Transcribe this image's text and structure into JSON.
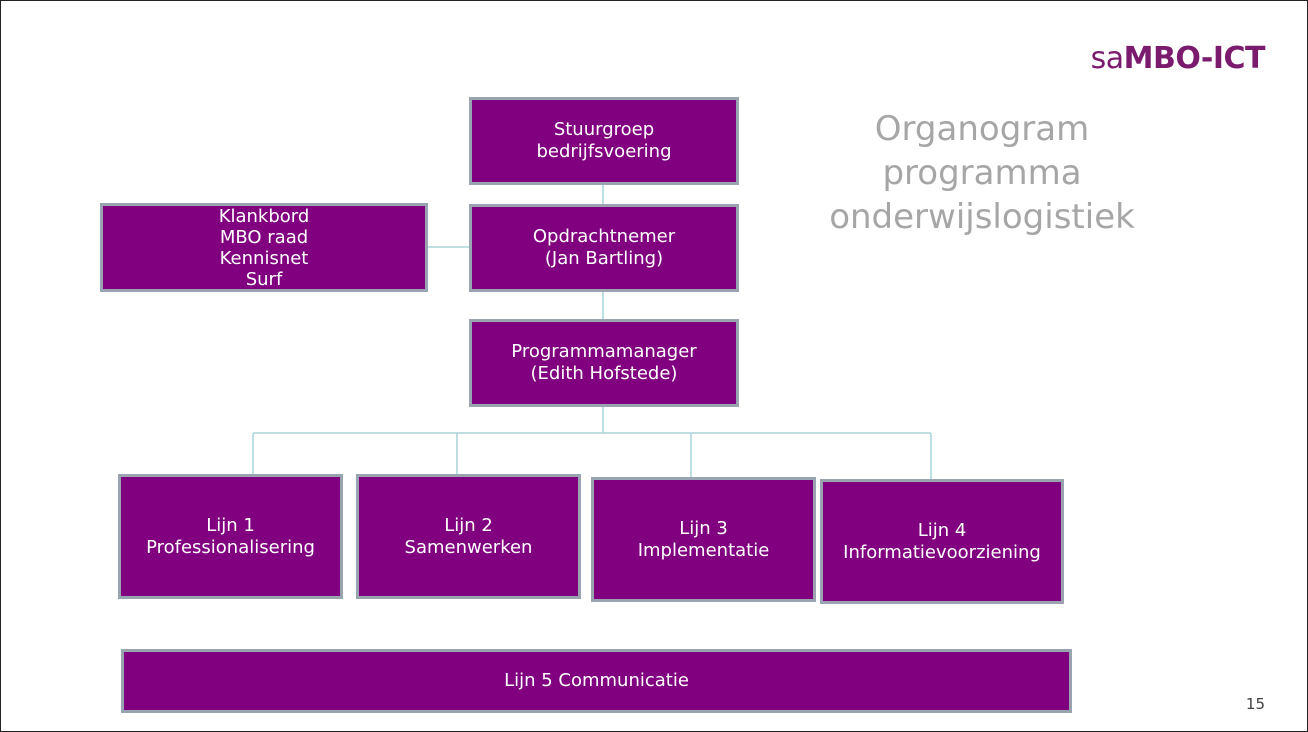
{
  "logo": {
    "prefix": "sa",
    "main": "MBO-ICT",
    "color": "#7a1b6e"
  },
  "title": {
    "line1": "Organogram",
    "line2": "programma",
    "line3": "onderwijslogistiek"
  },
  "boxes": {
    "stuurgroep": {
      "line1": "Stuurgroep",
      "line2": "bedrijfsvoering"
    },
    "opdrachtnemer": {
      "line1": "Opdrachtnemer",
      "line2": "(Jan Bartling)"
    },
    "klankbord": {
      "line1": "Klankbord",
      "line2": "MBO raad",
      "line3": "Kennisnet",
      "line4": "Surf"
    },
    "programmamanager": {
      "line1": "Programmamanager",
      "line2": "(Edith Hofstede)"
    },
    "lijn1": {
      "line1": "Lijn 1",
      "line2": "Professionalisering"
    },
    "lijn2": {
      "line1": "Lijn 2",
      "line2": "Samenwerken"
    },
    "lijn3": {
      "line1": "Lijn 3",
      "line2": "Implementatie"
    },
    "lijn4": {
      "line1": "Lijn 4",
      "line2": "Informatievoorziening"
    },
    "lijn5": {
      "line1": "Lijn 5 Communicatie"
    }
  },
  "colors": {
    "box_fill": "#800080",
    "box_border": "#9aa3b0",
    "connector": "#a8d4d8",
    "title": "#a6a6a6"
  },
  "page_number": "15"
}
